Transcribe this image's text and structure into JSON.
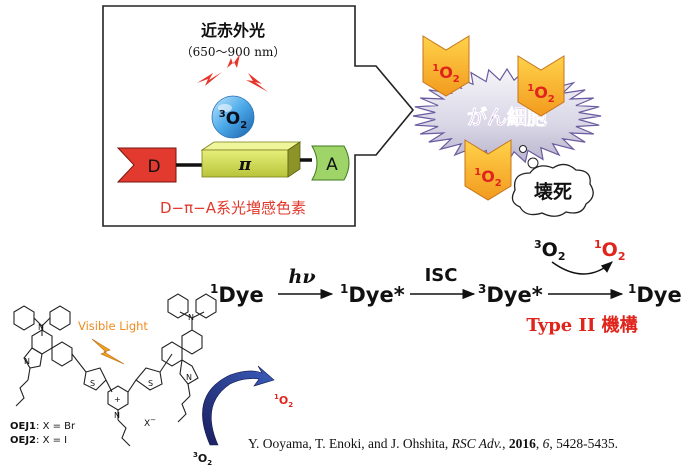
{
  "top_panel": {
    "title": "近赤外光",
    "wavelength": "（650～900 nm）",
    "oxygen_prefix": "3",
    "oxygen_label": "O",
    "oxygen_sub": "2",
    "donor": "D",
    "pi": "π",
    "acceptor": "A",
    "dye_caption": "D−π−A系光増感色素"
  },
  "cell": {
    "label": "がん細胞",
    "necrosis": "壊死",
    "singlet_prefix": "1",
    "singlet_label": "O",
    "singlet_sub": "2"
  },
  "scheme": {
    "dye1": "Dye",
    "dye1_sup": "1",
    "hv": "hν",
    "dye1_star": "Dye*",
    "isc": "ISC",
    "dye3_star": "Dye*",
    "dye3_sup": "3",
    "o2_triplet_sup": "3",
    "o2": "O",
    "o2_sub": "2",
    "o2_singlet_sup": "1",
    "dye_final": "Dye",
    "mechanism": "Type II 機構"
  },
  "molecule": {
    "visible_light": "Visible Light",
    "anion": "X",
    "anion_sup": "−",
    "plus": "+",
    "n_label": "N",
    "s_label": "S",
    "oej1_name": "OEJ1",
    "oej1_rest": ": X = Br",
    "oej2_name": "OEJ2",
    "oej2_rest": ": X = I",
    "o2_singlet": "O",
    "o2_singlet_sup": "1",
    "o2_singlet_sub": "2",
    "o2_triplet": "O",
    "o2_triplet_sup": "3",
    "o2_triplet_sub": "2"
  },
  "citation": {
    "authors": "Y. Ooyama, T. Enoki, and J. Ohshita, ",
    "journal": "RSC Adv.",
    "sep1": ", ",
    "year": "2016",
    "sep2": ", ",
    "volume": "6",
    "pages": ", 5428-5435."
  }
}
